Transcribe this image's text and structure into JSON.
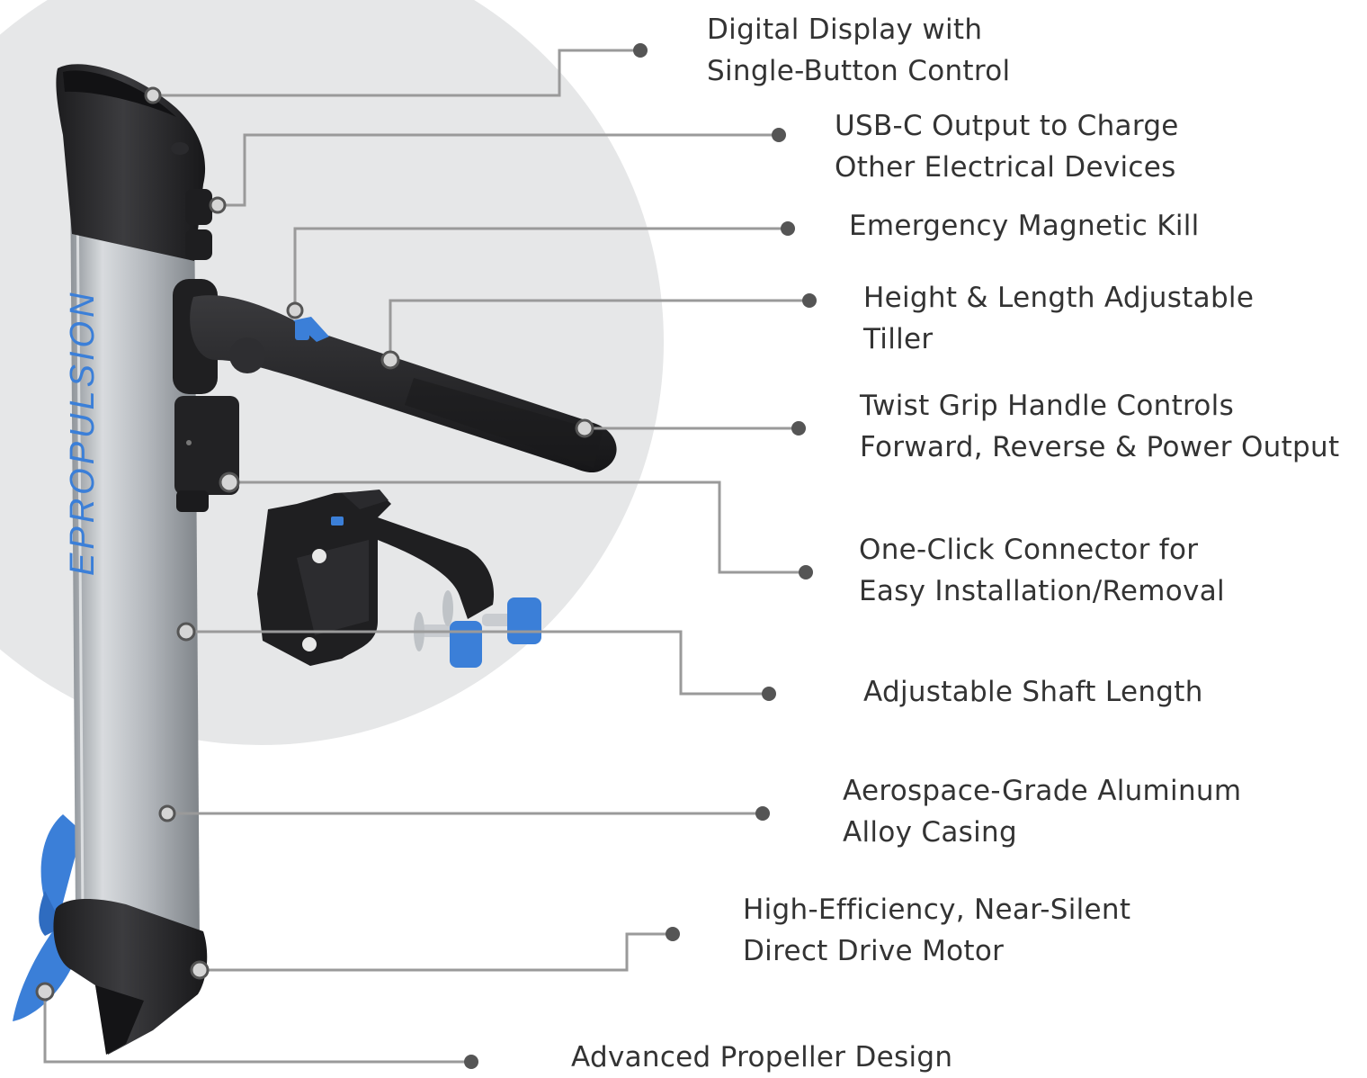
{
  "brand": {
    "name": "EPROPULSION"
  },
  "colors": {
    "background_circle": "#e6e7e8",
    "leader_line": "#9a9a9a",
    "leader_dot": "#555555",
    "label_text": "#333333",
    "accent_blue": "#3b7fd8",
    "motor_dark": "#2c2c2e",
    "aluminum": "#b9bdc2"
  },
  "callouts": [
    {
      "id": "display",
      "lines": [
        "Digital Display with",
        "Single-Button Control"
      ]
    },
    {
      "id": "usb",
      "lines": [
        "USB-C Output to Charge",
        "Other Electrical Devices"
      ]
    },
    {
      "id": "kill",
      "lines": [
        "Emergency Magnetic Kill"
      ]
    },
    {
      "id": "tiller",
      "lines": [
        "Height & Length Adjustable",
        "Tiller"
      ]
    },
    {
      "id": "grip",
      "lines": [
        "Twist Grip Handle Controls",
        "Forward, Reverse & Power Output"
      ]
    },
    {
      "id": "connector",
      "lines": [
        "One-Click Connector for",
        "Easy Installation/Removal"
      ]
    },
    {
      "id": "shaft",
      "lines": [
        "Adjustable Shaft Length"
      ]
    },
    {
      "id": "casing",
      "lines": [
        "Aerospace-Grade Aluminum",
        "Alloy Casing"
      ]
    },
    {
      "id": "motor",
      "lines": [
        "High-Efficiency, Near-Silent",
        "Direct Drive Motor"
      ]
    },
    {
      "id": "propeller",
      "lines": [
        "Advanced Propeller Design"
      ]
    }
  ]
}
